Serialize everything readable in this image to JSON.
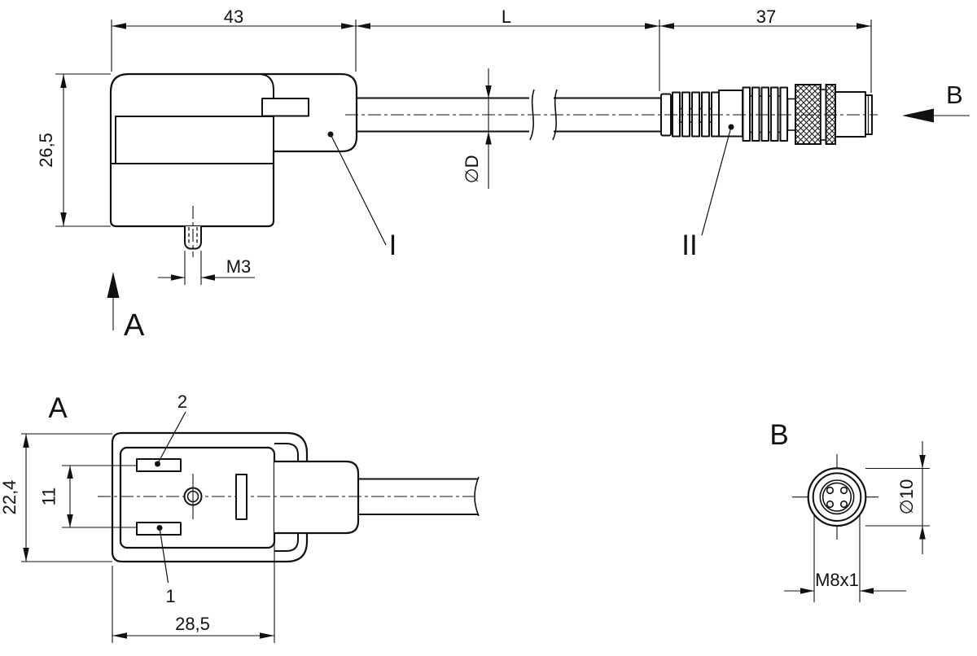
{
  "drawing": {
    "kind": "technical-drawing-cable-assembly",
    "line_color": "#111111",
    "background_color": "#ffffff",
    "side_view": {
      "dim_connector_width": "43",
      "dim_cable_length": "L",
      "dim_m8_length": "37",
      "dim_body_height": "26,5",
      "dim_screw_thread": "M3",
      "dim_cable_diameter": "∅D",
      "label_section_1": "I",
      "label_section_2": "II",
      "view_a_arrow_label": "A",
      "view_b_arrow_label": "B"
    },
    "view_a": {
      "title": "A",
      "dim_height": "22,4",
      "dim_pin_spacing": "11",
      "dim_width": "28,5",
      "pin_1_label": "1",
      "pin_2_label": "2"
    },
    "view_b": {
      "title": "B",
      "dim_outer_diameter": "∅10",
      "dim_thread": "M8x1"
    }
  }
}
